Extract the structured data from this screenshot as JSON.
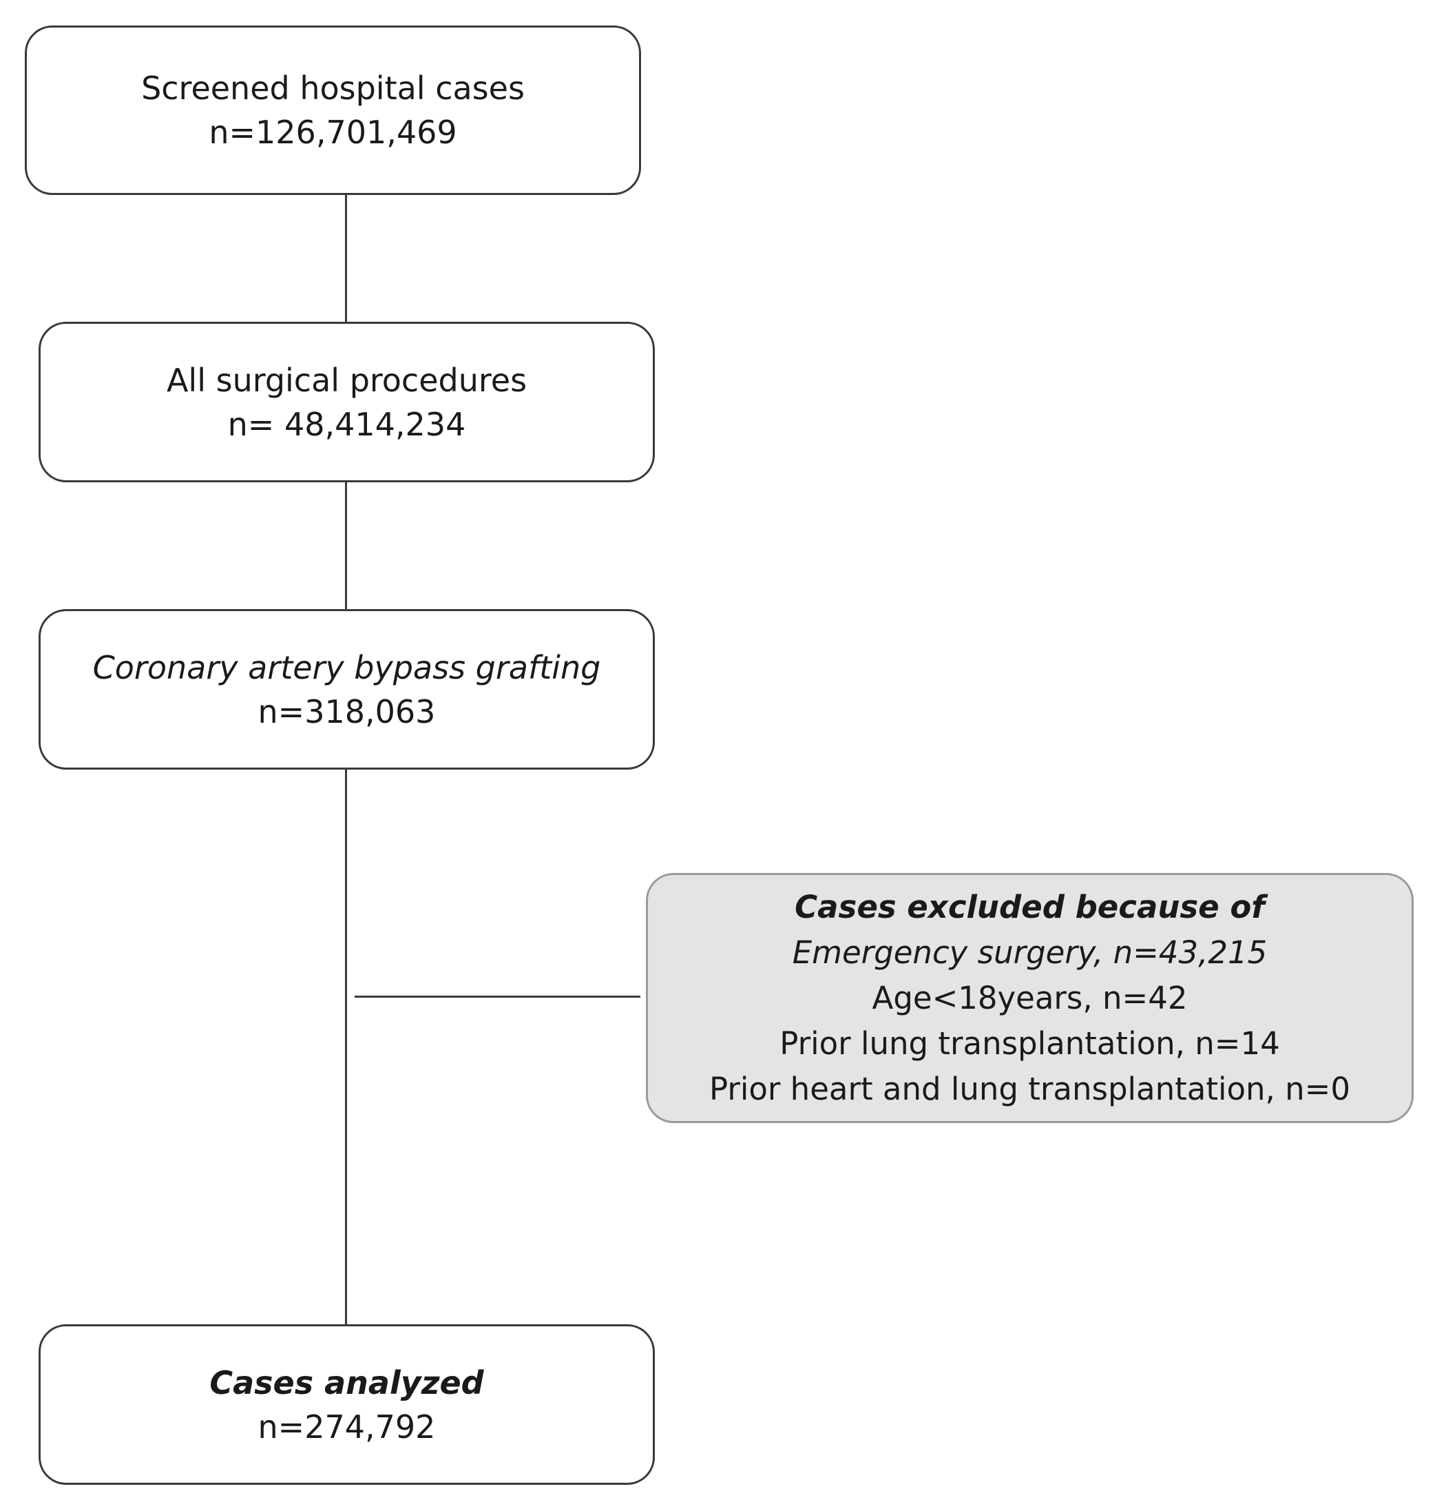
{
  "boxes": {
    "screened": {
      "label": "Screened hospital cases",
      "count": "n=126,701,469"
    },
    "surgical": {
      "label": "All surgical procedures",
      "count": "n= 48,414,234"
    },
    "cabg": {
      "label": "Coronary artery bypass grafting",
      "count": "n=318,063"
    },
    "excluded": {
      "title": "Cases excluded because of",
      "items": [
        "Emergency surgery, n=43,215",
        "Age<18years, n=42",
        "Prior lung transplantation, n=14",
        "Prior heart and lung transplantation, n=0"
      ]
    },
    "analyzed": {
      "label": "Cases analyzed",
      "count": "n=274,792"
    }
  },
  "colors": {
    "border": "#3a3a3a",
    "excluded_fill": "#e4e4e4",
    "excluded_border": "#9a9a9a"
  }
}
